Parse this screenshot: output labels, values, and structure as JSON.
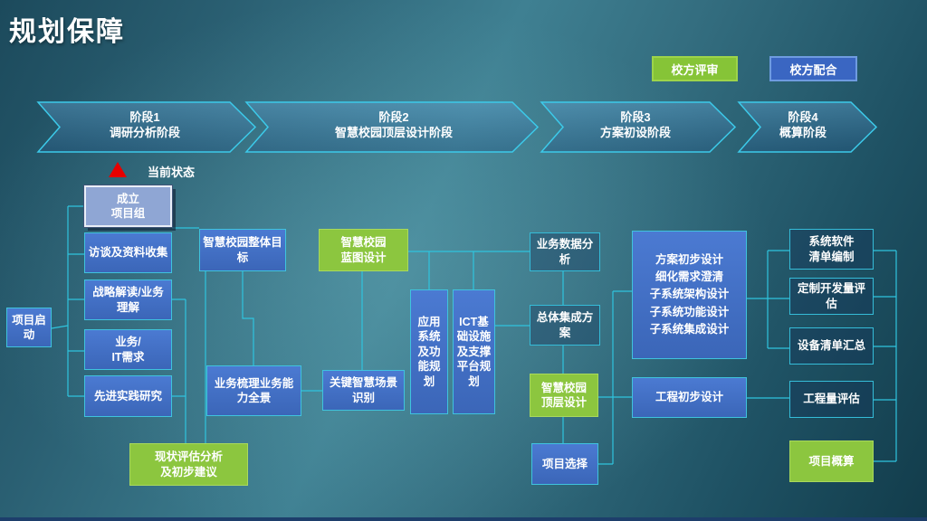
{
  "title": "规划保障",
  "legend": {
    "review": "校方评审",
    "cooperate": "校方配合"
  },
  "status_label": "当前状态",
  "phases": [
    {
      "stage": "阶段1",
      "name": "调研分析阶段"
    },
    {
      "stage": "阶段2",
      "name": "智慧校园顶层设计阶段"
    },
    {
      "stage": "阶段3",
      "name": "方案初设阶段"
    },
    {
      "stage": "阶段4",
      "name": "概算阶段"
    }
  ],
  "nodes": {
    "project_start": "项目启动",
    "form_team": "成立\n项目组",
    "interview": "访谈及资料收集",
    "strategy": "战略解读/业务\n理解",
    "biz_it": "业务/\nIT需求",
    "practice": "先进实践研究",
    "goal": "智慧校园整体目\n标",
    "capability": "业务梳理业务能\n力全景",
    "assessment": "现状评估分析\n及初步建议",
    "blueprint": "智慧校园\n蓝图设计",
    "scenes": "关键智慧场景\n识别",
    "app_plan": "应用系统及功能规划",
    "ict_plan": "ICT基础设施及支撑平台规划",
    "data_analysis": "业务数据分析",
    "integration": "总体集成方案",
    "top_design": "智慧校园\n顶层设计",
    "selection": "项目选择",
    "scheme": "方案初步设计\n细化需求澄清\n子系统架构设计\n子系统功能设计\n子系统集成设计",
    "eng_design": "工程初步设计",
    "sw_list": "系统软件\n清单编制",
    "custom_dev": "定制开发量评估",
    "equip_list": "设备清单汇总",
    "eng_estimate": "工程量评估",
    "budget": "项目概算"
  },
  "colors": {
    "accent_cyan": "#3CC8E6",
    "box_blue": "#3E6CC0",
    "box_green": "#8CC63F",
    "box_light": "#8FA6D4",
    "marker_red": "#E60000",
    "background_teal": "#2F6E80"
  }
}
